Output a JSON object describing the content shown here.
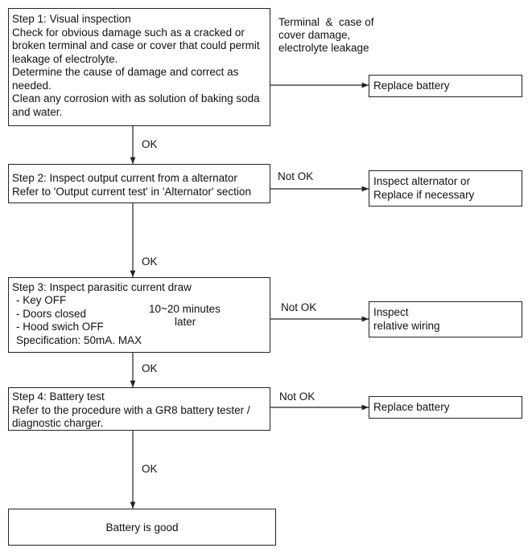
{
  "step1": {
    "title": "Step 1: Visual inspection",
    "lines": [
      "Check for obvious damage such as a cracked or",
      "broken terminal and case or cover that could permit",
      "leakage of electrolyte.",
      "Determine the cause of damage and correct as",
      "needed.",
      "Clean any corrosion with as solution of baking soda",
      "and water."
    ],
    "fail_condition": [
      "Terminal  &  case of",
      "cover damage,",
      "electrolyte leakage"
    ],
    "fail_action": "Replace battery"
  },
  "step2": {
    "title": "Step 2: Inspect output current from a alternator",
    "lines": [
      "Refer to 'Output current test' in 'Alternator' section"
    ],
    "fail_label": "Not OK",
    "fail_action": [
      "Inspect alternator or",
      "Replace if necessary"
    ]
  },
  "step3": {
    "title": "Step 3: Inspect parasitic current draw",
    "conditions": [
      "- Key OFF",
      "- Doors closed",
      "- Hood swich OFF"
    ],
    "timing": [
      "10~20 minutes",
      "later"
    ],
    "spec": "Specification: 50mA. MAX",
    "fail_label": "Not OK",
    "fail_action": [
      "Inspect",
      "relative wiring"
    ]
  },
  "step4": {
    "title": "Step 4: Battery test",
    "lines": [
      "Refer to the procedure with a GR8 battery tester /",
      "diagnostic charger."
    ],
    "fail_label": "Not OK",
    "fail_action": "Replace battery"
  },
  "ok_label": "OK",
  "result": "Battery is good"
}
